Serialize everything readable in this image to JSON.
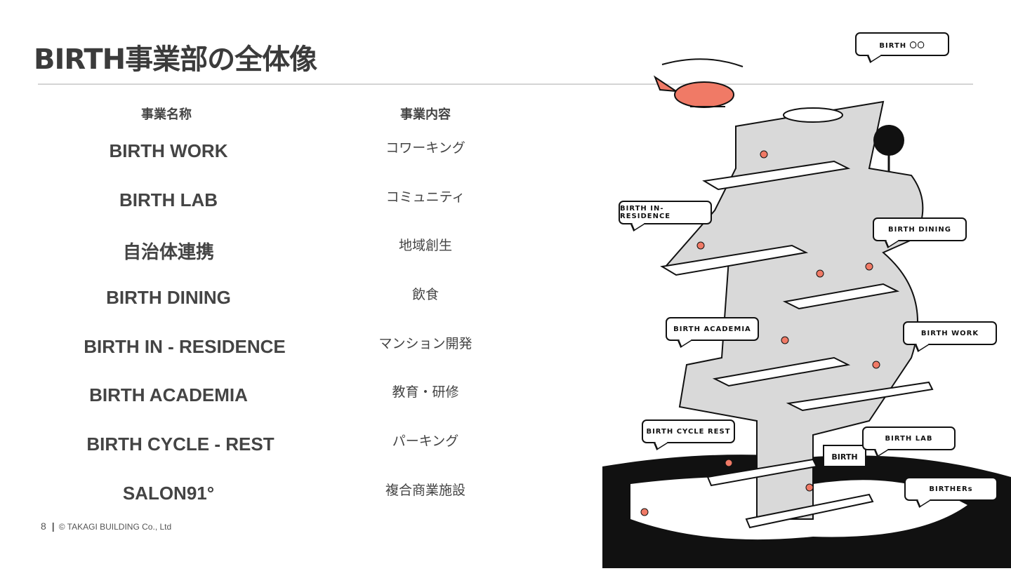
{
  "title": "BIRTH事業部の全体像",
  "headers": {
    "name": "事業名称",
    "content": "事業内容"
  },
  "rows": [
    {
      "name": "BIRTH WORK",
      "content": "コワーキング"
    },
    {
      "name": "BIRTH LAB",
      "content": "コミュニティ"
    },
    {
      "name": "自治体連携",
      "content": "地域創生"
    },
    {
      "name": "BIRTH DINING",
      "content": "飲食"
    },
    {
      "name": "BIRTH IN - RESIDENCE",
      "content": "マンション開発"
    },
    {
      "name": "BIRTH ACADEMIA",
      "content": "教育・研修"
    },
    {
      "name": "BIRTH CYCLE - REST",
      "content": "パーキング"
    },
    {
      "name": "SALON91°",
      "content": "複合商業施設"
    }
  ],
  "footer": {
    "page": "8",
    "separator": "|",
    "copyright": "© TAKAGI BUILDING Co., Ltd"
  },
  "illustration": {
    "bubbles": [
      "BIRTH 〇〇",
      "BIRTH IN-RESIDENCE",
      "BIRTH DINING",
      "BIRTH ACADEMIA",
      "BIRTH WORK",
      "BIRTH CYCLE REST",
      "BIRTH LAB",
      "BIRTHERs"
    ],
    "sign": "BIRTH",
    "accent": "#f07a66"
  }
}
